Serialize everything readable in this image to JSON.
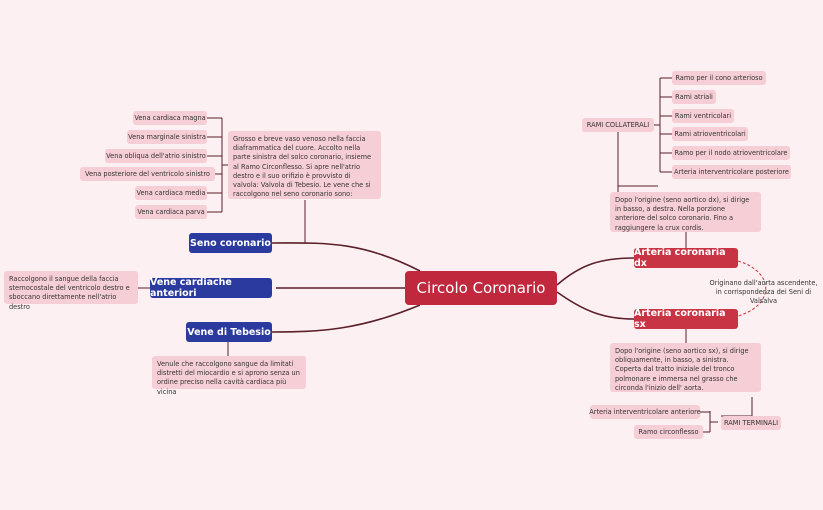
{
  "center_title": "Circolo Coronario",
  "seno": {
    "label": "Seno coronario",
    "description": "Grosso e breve vaso venoso nella faccia diaframmatica del cuore. Accolto nella parte sinistra del solco coronario, insieme al Ramo Circonflesso. Si apre nell'atrio destro e il suo orifizio è provvisto di valvola: Valvola di Tebesio. Le vene che si raccolgono nel seno coronario sono:",
    "veins": [
      "Vena cardiaca magna",
      "Vena marginale sinistra",
      "Vena obliqua dell'atrio sinistro",
      "Vena posteriore del ventricolo sinistro",
      "Vena cardiaca media",
      "Vena cardiaca parva"
    ]
  },
  "anteriori": {
    "label": "Vene cardiache anteriori",
    "description": "Raccolgono il sangue della faccia sternocostale del ventricolo destro e sboccano direttamente nell'atrio destro"
  },
  "tebesio": {
    "label": "Vene di Tebesio",
    "description": "Venule che raccolgono sangue da limitati distretti del miocardio e si aprono senza un ordine preciso nella cavità cardiaca più vicina"
  },
  "dx": {
    "label": "Arteria coronaria dx",
    "description": "Dopo l'origine (seno aortico dx), si dirige in basso, a destra. Nella porzione anteriore del solco coronario. Fino a raggiungere la crux cordis.",
    "collaterali_label": "RAMI COLLATERALI",
    "branches": [
      "Ramo per il cono arterioso",
      "Rami atriali",
      "Rami ventricolari",
      "Rami atrioventricolari",
      "Ramo per il nodo atrioventricolare",
      "Arteria interventricolare posteriore"
    ]
  },
  "origin_note": "Originano dall'aorta ascendente, in corrispondenza dei Seni di Valsalva",
  "sx": {
    "label": "Arteria coronaria sx",
    "description": "Dopo l'origine (seno aortico sx), si dirige obliquamente, in basso, a sinistra. Coperta dal tratto iniziale del tronco polmonare e immersa nel grasso che circonda l'inizio dell' aorta.",
    "terminali_label": "RAMI TERMINALI",
    "branches": [
      "Arteria interventricolare anteriore",
      "Ramo circonflesso"
    ]
  },
  "colors": {
    "background": "#fcf0f2",
    "center": "#c0283e",
    "vein_node": "#2b3a9e",
    "artery_node": "#c93444",
    "note": "#f6cfd6",
    "line": "#5a1f2a"
  }
}
